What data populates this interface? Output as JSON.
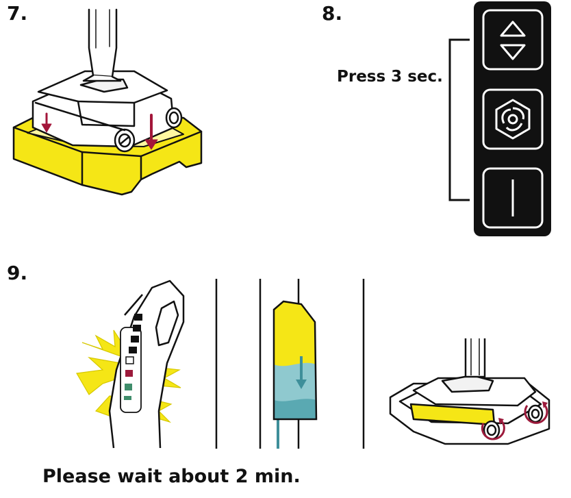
{
  "steps": {
    "s7": {
      "number": "7."
    },
    "s8": {
      "number": "8.",
      "instruction": "Press 3 sec."
    },
    "s9": {
      "number": "9.",
      "instruction": "Please wait about 2 min."
    }
  },
  "control_panel": {
    "buttons": [
      {
        "icon": "up-down-arrows-icon"
      },
      {
        "icon": "turbine-mode-icon"
      },
      {
        "icon": "power-icon"
      }
    ]
  },
  "colors": {
    "accent_yellow": "#f5e616",
    "arrow_red": "#a3163a",
    "water_blue": "#3e8f9a",
    "status_red": "#9c1a3b",
    "status_green": "#3f8d6b",
    "outline": "#111111"
  }
}
